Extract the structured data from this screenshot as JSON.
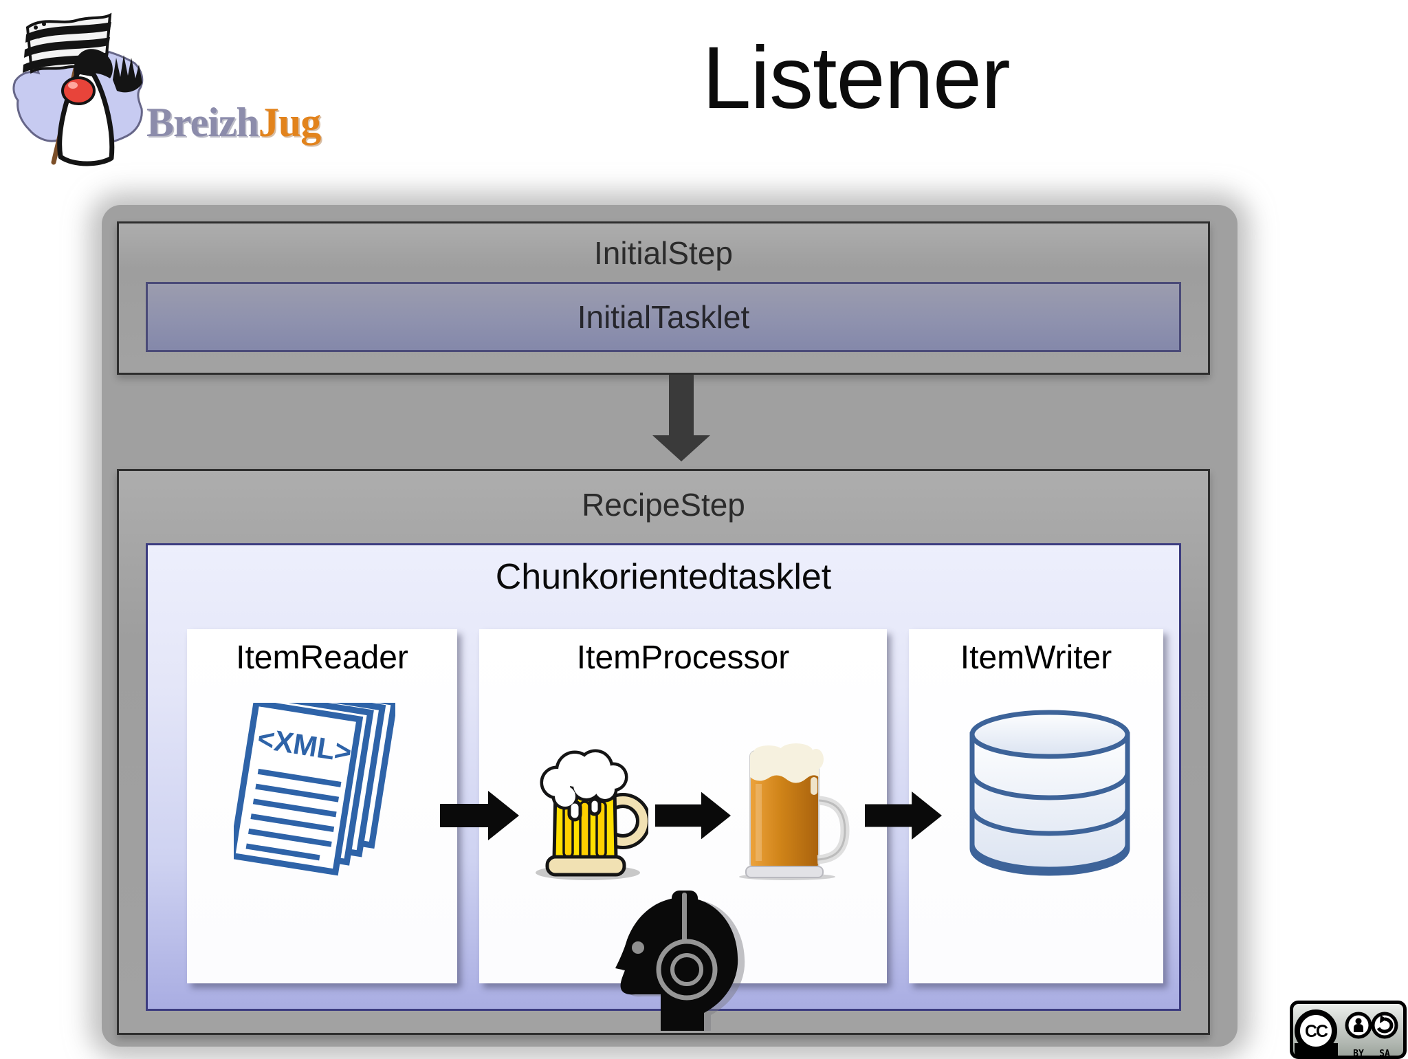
{
  "slide": {
    "title": "Listener"
  },
  "logo": {
    "brand_part1": "Breizh",
    "brand_part2": "Jug"
  },
  "diagram": {
    "initial_step": {
      "title": "InitialStep",
      "tasklet_label": "InitialTasklet"
    },
    "recipe_step": {
      "title": "RecipeStep",
      "tasklet_label": "Chunkorientedtasklet",
      "items": [
        {
          "label": "ItemReader",
          "icon": "xml-document-icon"
        },
        {
          "label": "ItemProcessor",
          "icon": "beer-mug-and-glass-icons"
        },
        {
          "label": "ItemWriter",
          "icon": "database-icon"
        }
      ],
      "listener_icon": "listener-headphones-head-icon"
    },
    "xml_text": "<XML>"
  },
  "license_badge": {
    "cc_label": "CC",
    "by_label": "BY",
    "sa_label": "SA"
  },
  "colors": {
    "panel_gray": "#a0a0a0",
    "step_border": "#2e2e2e",
    "tasklet_border": "#4a4a78",
    "tasklet_fill_top": "#9b9cae",
    "tasklet_fill_bottom": "#8488aa",
    "chunk_border": "#3c3c80",
    "chunk_fill_top": "#edeffc",
    "chunk_fill_bottom": "#a9ade2",
    "down_arrow_gray": "#3a3a3a",
    "flow_arrow_black": "#0a0a0a",
    "brand_breizh": "#8c8cab",
    "brand_jug": "#e2831c",
    "xml_icon_blue": "#2e63a8",
    "database_blue": "#3d6399",
    "beer_yellow": "#ffdf00",
    "beer_amber": "#c87c15"
  }
}
